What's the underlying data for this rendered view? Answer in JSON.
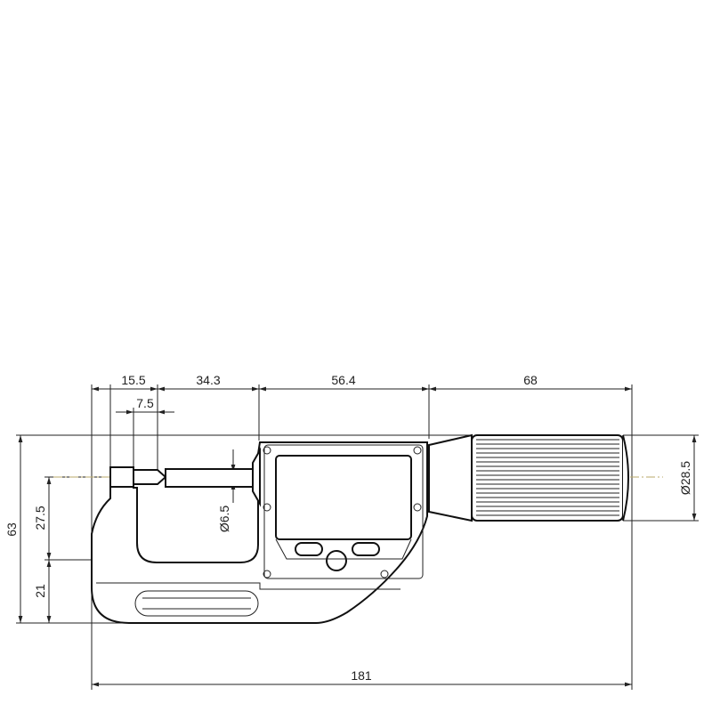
{
  "drawing": {
    "subject": "digital micrometer",
    "dimensions": {
      "d15_5": "15.5",
      "d34_3": "34.3",
      "d56_4": "56.4",
      "d68": "68",
      "d7_5": "7.5",
      "d63": "63",
      "d27_5": "27.5",
      "d21": "21",
      "d6_5": "Ø6.5",
      "d28_5": "Ø28.5",
      "d181": "181"
    }
  }
}
